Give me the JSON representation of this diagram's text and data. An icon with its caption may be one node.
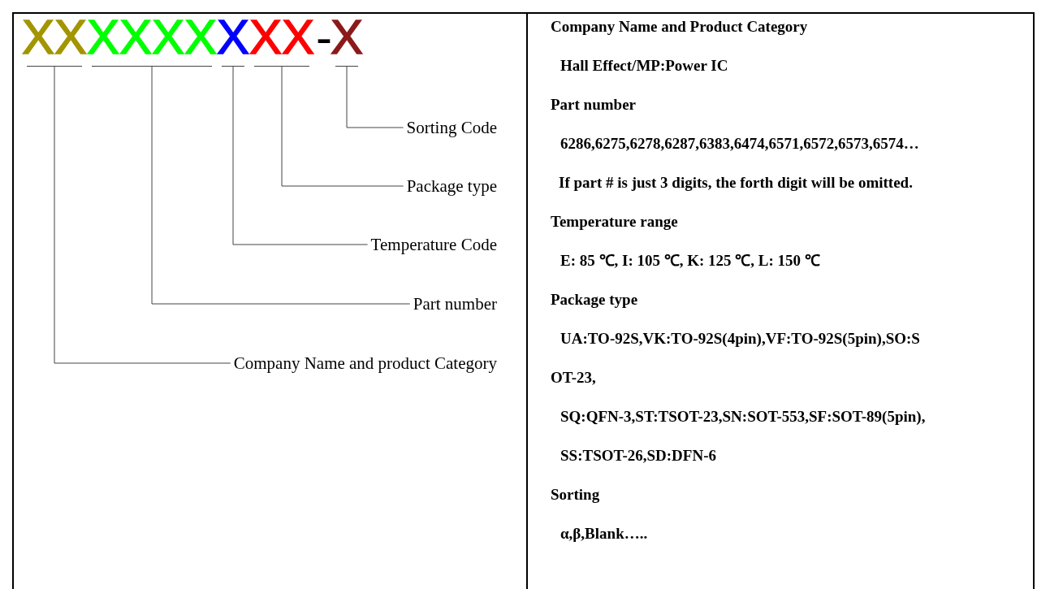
{
  "diagram": {
    "nodes": [
      {
        "text": [
          "XX"
        ]
      },
      {
        "text": [
          "XXXX"
        ]
      },
      {
        "text": [
          "X"
        ]
      },
      {
        "text": [
          "XX"
        ]
      },
      {
        "text": [
          "X"
        ]
      },
      {
        "text": [
          "Sorting Code"
        ]
      },
      {
        "text": [
          "Package type"
        ]
      },
      {
        "text": [
          "Temperature Code"
        ]
      },
      {
        "text": [
          "Part number"
        ]
      },
      {
        "text": [
          "Company Name and product Category"
        ]
      }
    ],
    "edges": [
      {
        "from": 5,
        "to": 4,
        "arrow": "none"
      },
      {
        "from": 6,
        "to": 3,
        "arrow": "none"
      },
      {
        "from": 7,
        "to": 2,
        "arrow": "none"
      },
      {
        "from": 8,
        "to": 1,
        "arrow": "none"
      },
      {
        "from": 9,
        "to": 0,
        "arrow": "none"
      }
    ],
    "labels": [
      "-",
      "Company Name and Product Category",
      "Hall Effect/MP:Power IC",
      "Part number",
      "6286,6275,6278,6287,6383,6474,6571,6572,6573,6574…",
      "If part # is just 3 digits, the forth digit will be omitted.",
      "Temperature range",
      "E: 85 ℃, I: 105 ℃, K: 125 ℃, L: 150 ℃",
      "Package type",
      "UA:TO-92S,VK:TO-92S(4pin),VF:TO-92S(5pin),SO:S",
      "OT-23,",
      "SQ:QFN-3,ST:TSOT-23,SN:SOT-553,SF:SOT-89(5pin),",
      "SS:TSOT-26,SD:DFN-6",
      "Sorting",
      "α,β,Blank….."
    ]
  }
}
